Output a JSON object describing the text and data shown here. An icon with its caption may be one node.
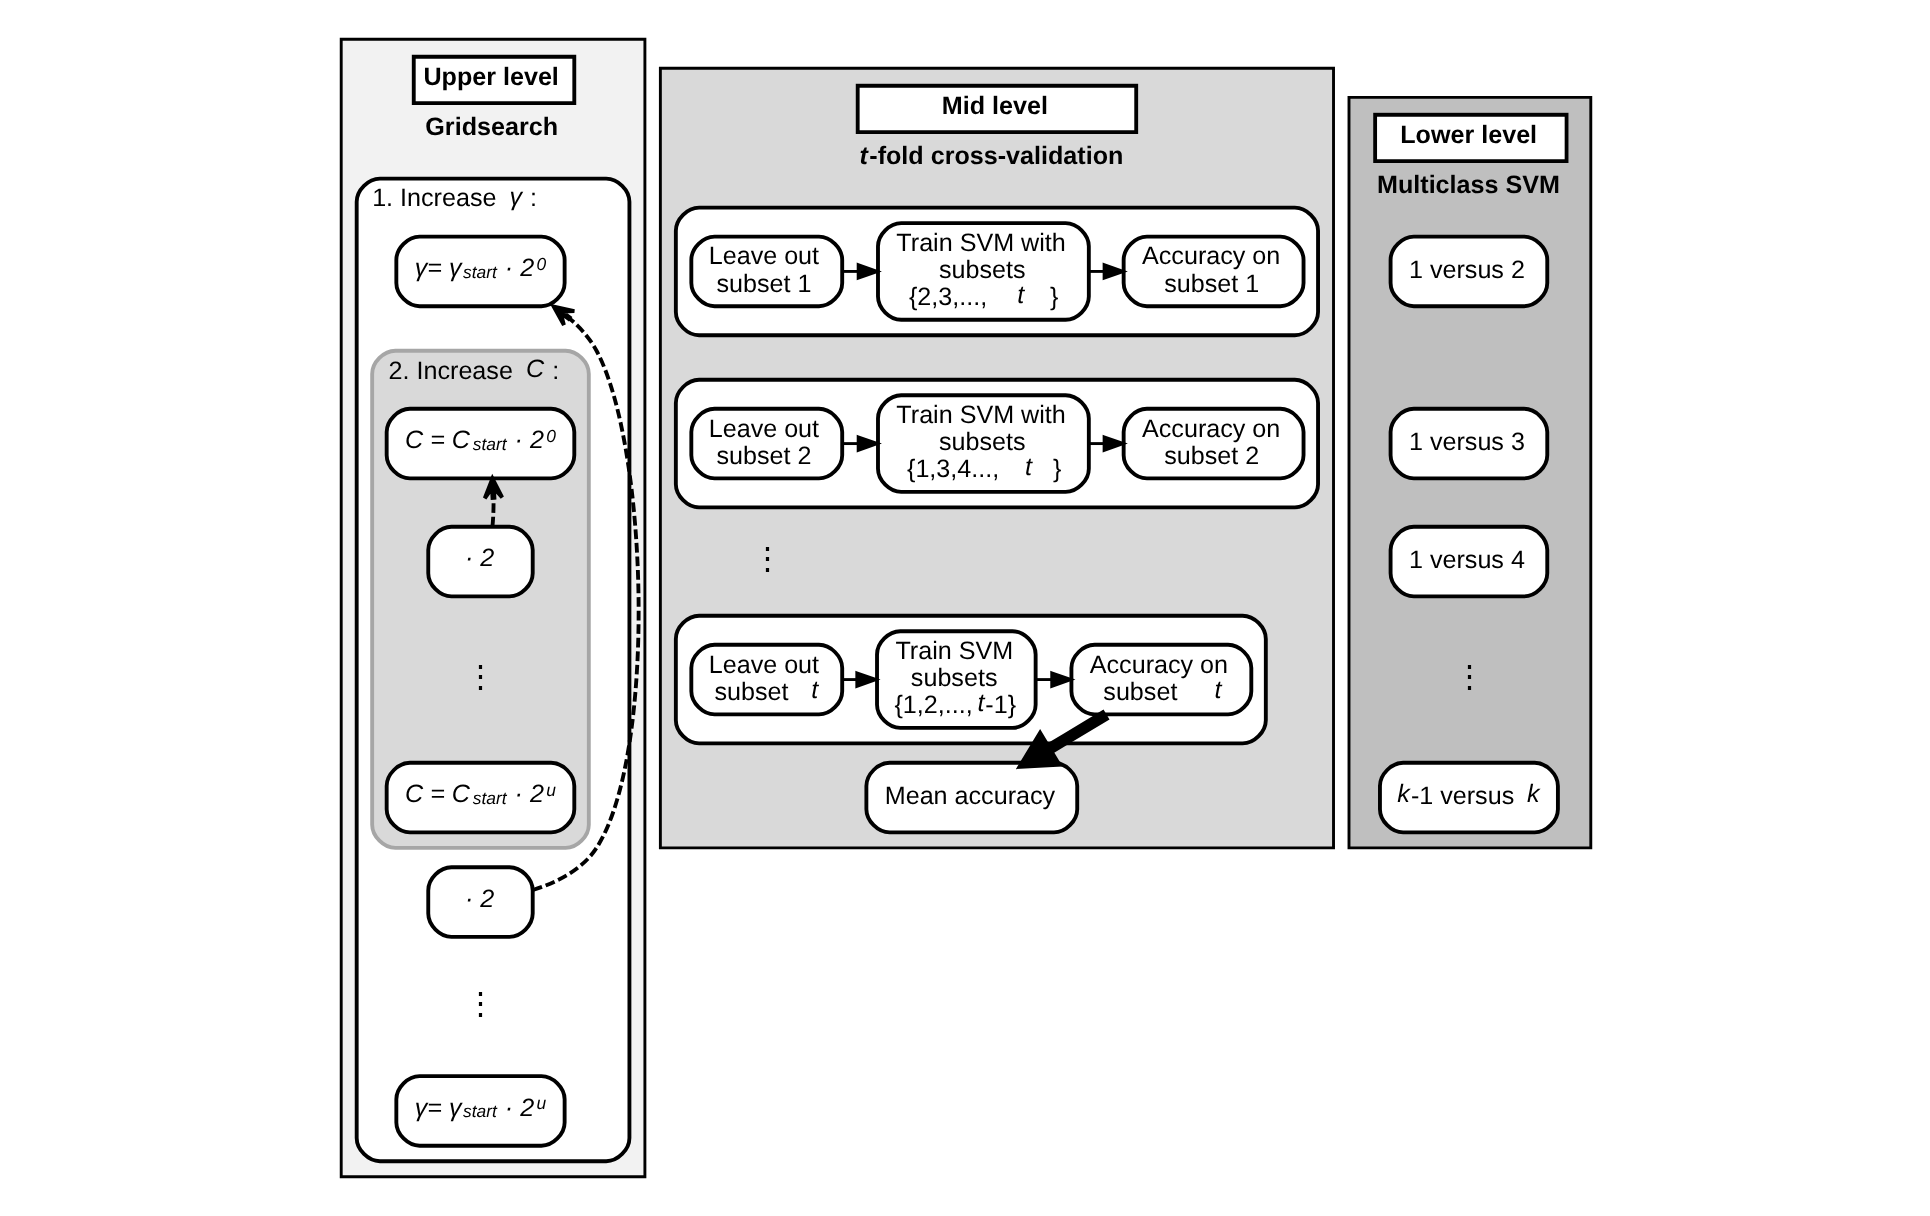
{
  "diagram": {
    "nodes": [
      {
        "text": [
          "Upper level",
          "Gridsearch"
        ]
      },
      {
        "text": [
          "1. Increase *γ* :"
        ],
        "in": 0
      },
      {
        "text": [
          "γ= γ$_{start}$ · 2$^{0}$"
        ],
        "in": 1
      },
      {
        "text": [
          "2. Increase *C* :"
        ],
        "in": 1
      },
      {
        "text": [
          "C = C$_{start}$ · 2$^{0}$"
        ],
        "in": 3
      },
      {
        "text": [
          "· 2"
        ],
        "in": 3
      },
      {
        "text": [
          "C = C$_{start}$ · 2$^{u}$"
        ],
        "in": 3
      },
      {
        "text": [
          "· 2"
        ],
        "in": 1
      },
      {
        "text": [
          "γ= γ$_{start}$ · 2$^{u}$"
        ],
        "in": 1
      },
      {
        "text": [
          "Mid level",
          "*t*-fold cross-validation"
        ]
      },
      {
        "text": [],
        "shape": "box",
        "in": 9
      },
      {
        "text": [
          "Leave out subset 1"
        ],
        "in": 10
      },
      {
        "text": [
          "Train SVM with subsets {2,3,...,*t*}"
        ],
        "in": 10
      },
      {
        "text": [
          "Accuracy on subset 1"
        ],
        "in": 10
      },
      {
        "text": [],
        "shape": "box",
        "in": 9
      },
      {
        "text": [
          "Leave out subset 2"
        ],
        "in": 14
      },
      {
        "text": [
          "Train SVM with subsets {1,3,4...,*t*}"
        ],
        "in": 14
      },
      {
        "text": [
          "Accuracy on subset 2"
        ],
        "in": 14
      },
      {
        "text": [],
        "shape": "box",
        "in": 9
      },
      {
        "text": [
          "Leave out subset *t*"
        ],
        "in": 18
      },
      {
        "text": [
          "Train SVM subsets {1,2,...,*t*-1}"
        ],
        "in": 18
      },
      {
        "text": [
          "Accuracy on subset *t*"
        ],
        "in": 18
      },
      {
        "text": [
          "Mean accuracy"
        ],
        "in": 9
      },
      {
        "text": [
          "Lower level",
          "Multiclass SVM"
        ]
      },
      {
        "text": [
          "1 versus 2"
        ],
        "in": 23
      },
      {
        "text": [
          "1 versus 3"
        ],
        "in": 23
      },
      {
        "text": [
          "1 versus 4"
        ],
        "in": 23
      },
      {
        "text": [
          "*k*-1 versus *k*"
        ],
        "in": 23
      }
    ],
    "edges": [
      {
        "from": 5,
        "to": 4,
        "arrow": "to",
        "style": "dashed"
      },
      {
        "from": 7,
        "to": 2,
        "arrow": "to",
        "style": "dashed"
      },
      {
        "from": 11,
        "to": 12,
        "arrow": "to"
      },
      {
        "from": 12,
        "to": 13,
        "arrow": "to"
      },
      {
        "from": 15,
        "to": 16,
        "arrow": "to"
      },
      {
        "from": 16,
        "to": 17,
        "arrow": "to"
      },
      {
        "from": 19,
        "to": 20,
        "arrow": "to"
      },
      {
        "from": 20,
        "to": 21,
        "arrow": "to"
      },
      {
        "from": 21,
        "to": 22,
        "arrow": "to",
        "style": "thick"
      }
    ],
    "labels": [
      "⋮",
      "⋮",
      "⋮",
      "⋮"
    ]
  }
}
